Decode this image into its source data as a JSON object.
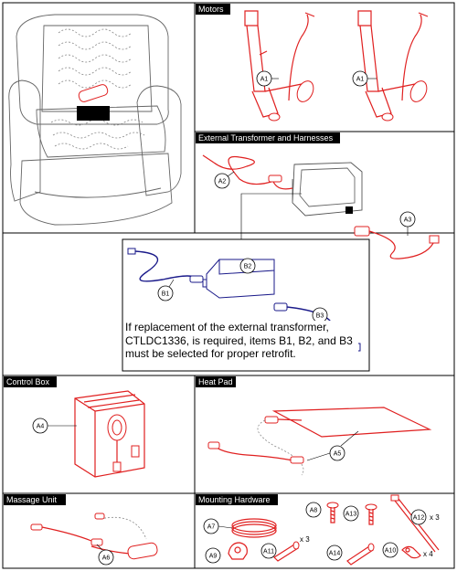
{
  "sections": {
    "motors": "Motors",
    "external_transformer": "External Transformer and Harnesses",
    "control_box": "Control Box",
    "heat_pad": "Heat Pad",
    "massage_unit": "Massage Unit",
    "mounting_hardware": "Mounting Hardware"
  },
  "callouts": {
    "a1_left": "A1",
    "a1_right": "A1",
    "a2": "A2",
    "a3": "A3",
    "a4": "A4",
    "a5": "A5",
    "a6": "A6",
    "a7": "A7",
    "a8": "A8",
    "a9": "A9",
    "a10": "A10",
    "a11": "A11",
    "a12": "A12",
    "a13": "A13",
    "a14": "A14",
    "b1": "B1",
    "b2": "B2",
    "b3": "B3"
  },
  "quantities": {
    "a10": "x 4",
    "a11": "x 3",
    "a12": "x 3"
  },
  "note": "If replacement of the external transformer, CTLDC1336, is required, items B1, B2, and B3 must be selected for proper retrofit.",
  "colors": {
    "part_red": "#e02020",
    "harness_blue": "#1a1a8a"
  }
}
